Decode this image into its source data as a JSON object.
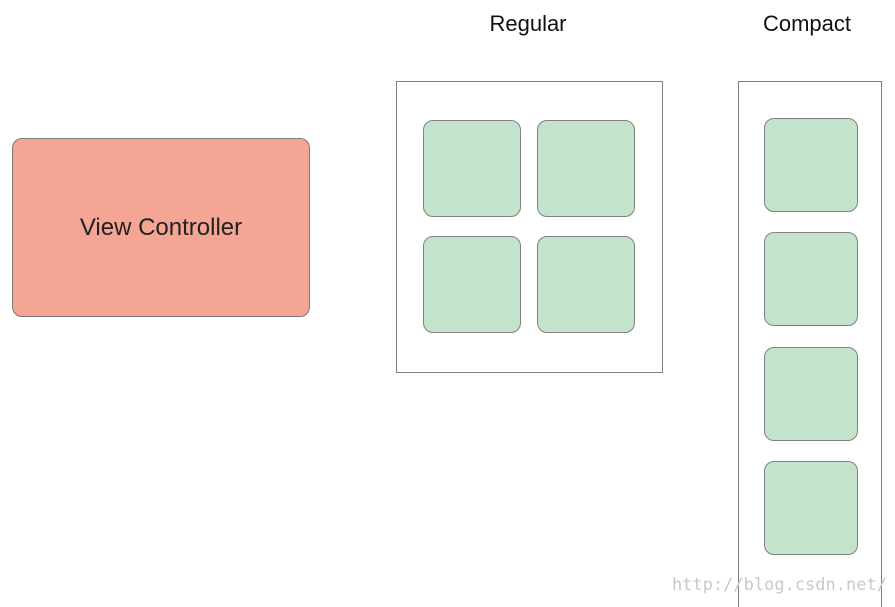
{
  "view_controller": {
    "label": "View Controller",
    "fill_color": "#f5a594"
  },
  "regular": {
    "title": "Regular",
    "tile_count": 4
  },
  "compact": {
    "title": "Compact",
    "tile_count": 4
  },
  "colors": {
    "tile_fill": "#c3e3cb",
    "frame_border": "#808080"
  },
  "watermark": {
    "text": "http://blog.csdn.net/"
  }
}
